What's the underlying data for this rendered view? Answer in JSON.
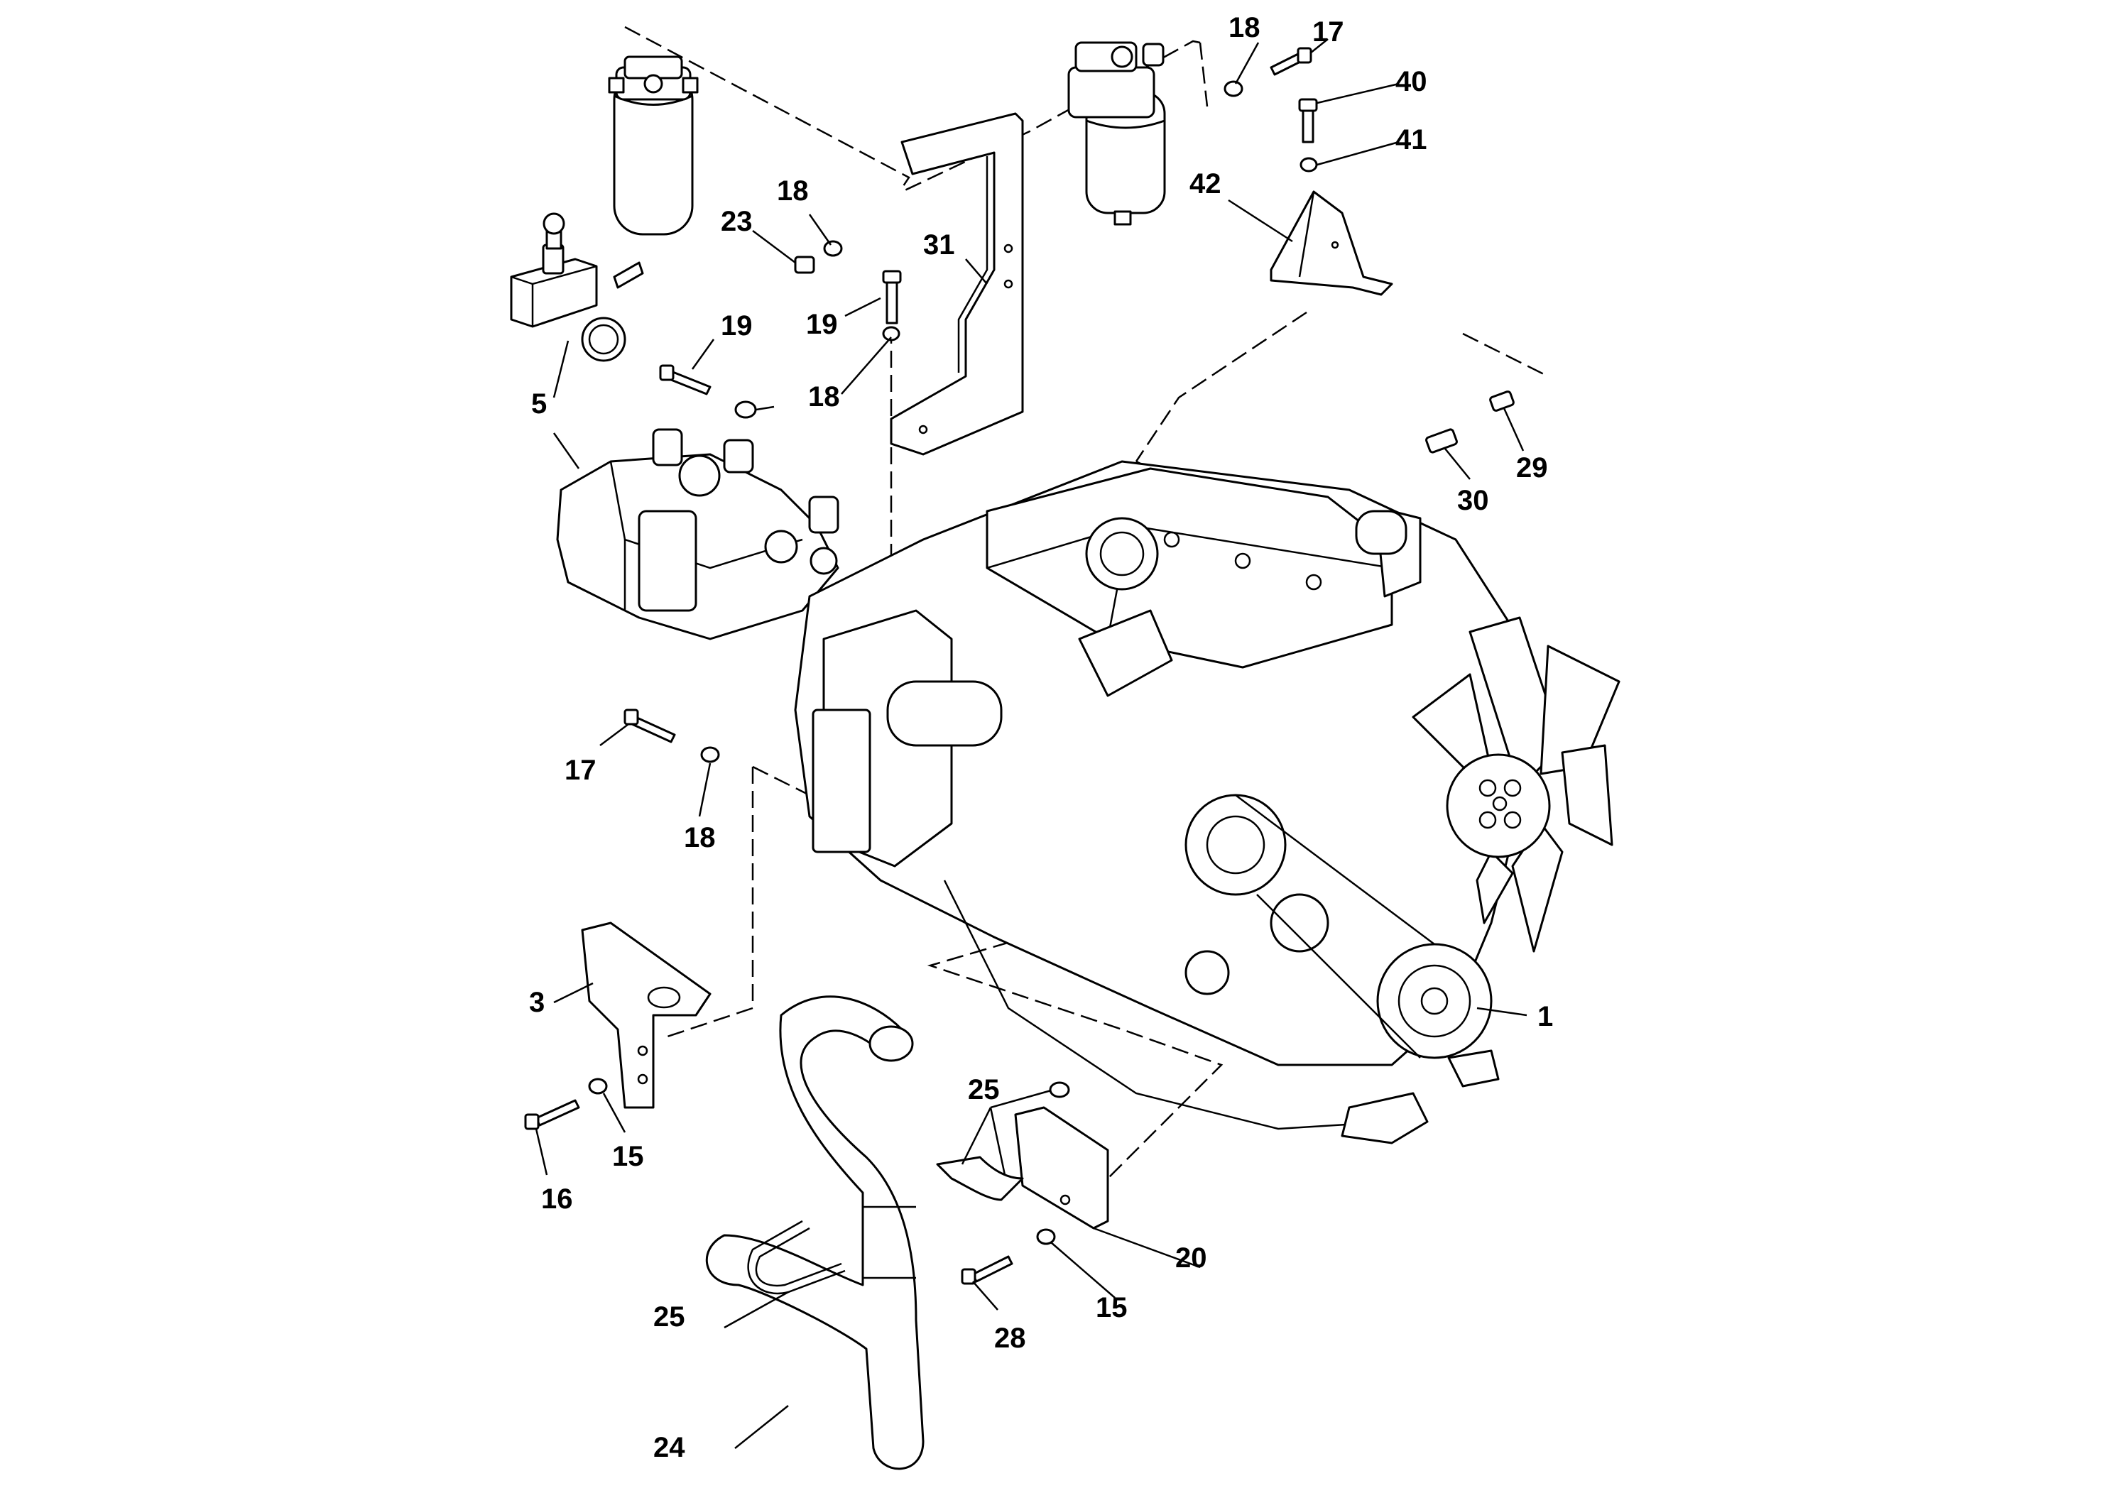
{
  "callouts": {
    "c1": "1",
    "c3": "3",
    "c5": "5",
    "c15a": "15",
    "c15b": "15",
    "c16": "16",
    "c17a": "17",
    "c17b": "17",
    "c18a": "18",
    "c18b": "18",
    "c18c": "18",
    "c18d": "18",
    "c19a": "19",
    "c19b": "19",
    "c20": "20",
    "c23": "23",
    "c24": "24",
    "c25a": "25",
    "c25b": "25",
    "c28": "28",
    "c29": "29",
    "c30": "30",
    "c31": "31",
    "c40": "40",
    "c41": "41",
    "c42": "42"
  }
}
